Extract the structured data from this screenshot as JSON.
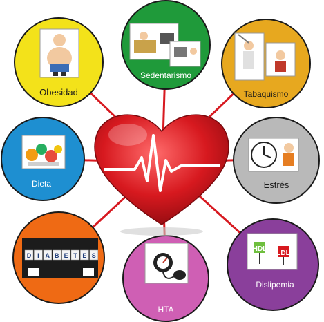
{
  "diagram": {
    "center": "heart-ecg",
    "colors": {
      "connector": "#d71920",
      "heart": "#d7191f",
      "obesidad": "#f3e21a",
      "sedentarismo": "#1f9a3a",
      "tabaquismo": "#e7a81f",
      "dieta": "#1e8fd1",
      "estres": "#b9b9b9",
      "diabetes": "#ef6a14",
      "hta": "#cf5fb4",
      "dislipemia": "#8a3f9b"
    },
    "factors": [
      {
        "key": "obesidad",
        "label": "Obesidad",
        "icon": "obese-man-icon"
      },
      {
        "key": "sedentarismo",
        "label": "Sedentarismo",
        "icon": "couch-tv-icon"
      },
      {
        "key": "tabaquismo",
        "label": "Tabaquismo",
        "icon": "smoking-icon"
      },
      {
        "key": "dieta",
        "label": "Dieta",
        "icon": "fruit-salad-icon"
      },
      {
        "key": "estres",
        "label": "Estrés",
        "icon": "clock-stress-icon"
      },
      {
        "key": "diabetes",
        "label": "",
        "icon": "sugar-cubes-icon",
        "tiles": [
          "D",
          "I",
          "A",
          "B",
          "E",
          "T",
          "E",
          "S"
        ]
      },
      {
        "key": "hta",
        "label": "HTA",
        "icon": "blood-pressure-monitor-icon"
      },
      {
        "key": "dislipemia",
        "label": "Dislipemia",
        "icon": "cholesterol-devil-icon"
      }
    ]
  }
}
